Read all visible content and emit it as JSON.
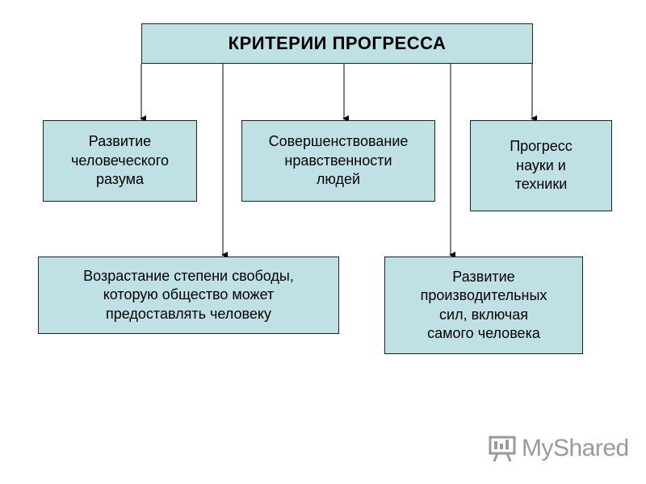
{
  "diagram": {
    "title": "КРИТЕРИИ ПРОГРЕССА",
    "nodes": [
      {
        "id": "reason",
        "text": "Развитие\nчеловеческого\nразума"
      },
      {
        "id": "morality",
        "text": "Совершенствование\nнравственности\nлюдей"
      },
      {
        "id": "science",
        "text": "Прогресс\nнауки и\nтехники"
      },
      {
        "id": "freedom",
        "text": "Возрастание степени свободы,\nкоторую общество может\nпредоставлять человеку"
      },
      {
        "id": "productive",
        "text": "Развитие\nпроизводительных\nсил, включая\nсамого человека"
      }
    ]
  },
  "watermark": {
    "text": "MyShared",
    "icon": "presentation-board-icon"
  }
}
